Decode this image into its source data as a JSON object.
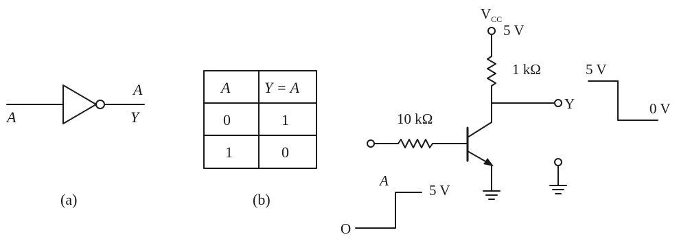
{
  "gate": {
    "input_label": "A",
    "output_top_label": "A",
    "output_label": "Y",
    "caption": "(a)"
  },
  "truth_table": {
    "headers": [
      "A",
      "Y = A"
    ],
    "rows": [
      [
        "0",
        "1"
      ],
      [
        "1",
        "0"
      ]
    ],
    "caption": "(b)"
  },
  "circuit": {
    "supply_label": "V",
    "supply_subscript": "CC",
    "supply_voltage": "5 V",
    "collector_resistor": "1 kΩ",
    "base_resistor": "10 kΩ",
    "output_label": "Y",
    "output_high": "5 V",
    "output_low": "0 V",
    "input_label": "A",
    "input_high": "5 V",
    "input_low": "O"
  }
}
